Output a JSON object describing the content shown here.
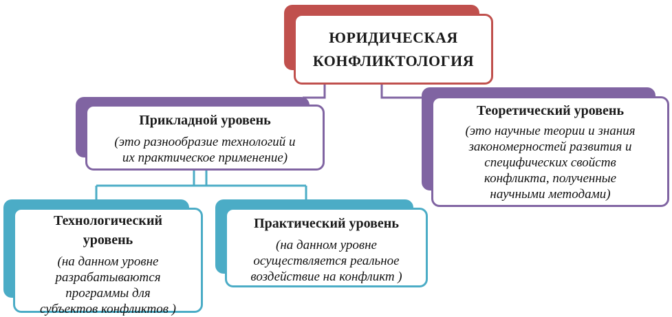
{
  "root": {
    "line1": "ЮРИДИЧЕСКАЯ",
    "line2": "КОНФЛИКТОЛОГИЯ"
  },
  "applied": {
    "title": "Прикладной уровень",
    "desc_line1": "(это разнообразие технологий и",
    "desc_line2": "их практическое  применение)"
  },
  "theoretical": {
    "title": "Теоретический уровень",
    "desc_line1": "(это научные теории и знания",
    "desc_line2": "закономерностей развития и",
    "desc_line3": "специфических свойств",
    "desc_line4": "конфликта, полученные",
    "desc_line5": "научными методами)"
  },
  "technological": {
    "title_line1": "Технологический",
    "title_line2": "уровень",
    "desc_line1": "(на данном уровне",
    "desc_line2": "разрабатываются",
    "desc_line3": "программы  для",
    "desc_line4": "субъектов  конфликтов )"
  },
  "practical": {
    "title": "Практический уровень",
    "desc_line1": "(на данном уровне",
    "desc_line2": "осуществляется реальное",
    "desc_line3": "воздействие на конфликт )"
  },
  "colors": {
    "root": "#c0504d",
    "level": "#8064a2",
    "sublevel": "#4bacc6"
  }
}
